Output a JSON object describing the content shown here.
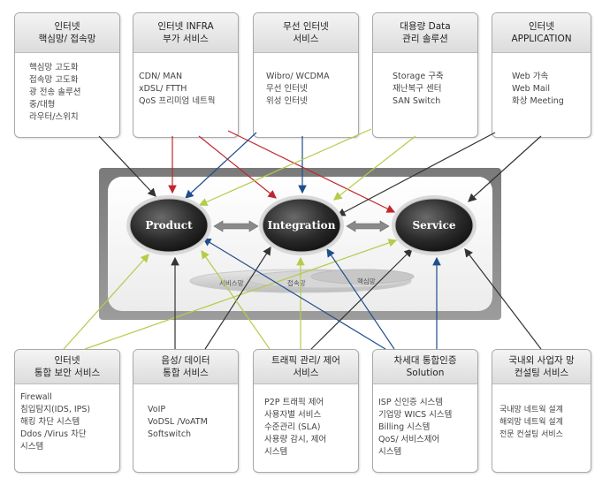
{
  "top_boxes": [
    {
      "header": [
        "인터넷",
        "핵심망/ 접속망"
      ],
      "items": [
        "핵심망 고도화",
        "접속망 고도화",
        "광 전송 솔루션",
        "중/대형",
        "라우터/스위치"
      ]
    },
    {
      "header": [
        "인터넷 INFRA",
        "부가 서비스"
      ],
      "items": [
        "CDN/ MAN",
        "xDSL/ FTTH",
        "QoS 프리미엄 네트웍"
      ]
    },
    {
      "header": [
        "무선 인터넷",
        "서비스"
      ],
      "items": [
        "Wibro/ WCDMA",
        "무선 인터넷",
        "위성 인터넷"
      ]
    },
    {
      "header": [
        "대용량 Data",
        "관리 솔루션"
      ],
      "items": [
        "Storage 구축",
        "재난복구 센터",
        "SAN Switch"
      ]
    },
    {
      "header": [
        "인터넷",
        "APPLICATION"
      ],
      "items": [
        "Web 가속",
        "Web Mail",
        "화상 Meeting"
      ]
    }
  ],
  "bottom_boxes": [
    {
      "header": [
        "인터넷",
        "통합 보안 서비스"
      ],
      "items": [
        "Firewall",
        "침입탐지(IDS, IPS)",
        "해킹 차단 시스템",
        "Ddos /Virus 차단",
        "시스템"
      ]
    },
    {
      "header": [
        "음성/ 데이터",
        "통합 서비스"
      ],
      "items": [
        "VoIP",
        "VoDSL /VoATM",
        "Softswitch"
      ]
    },
    {
      "header": [
        "트래픽 관리/ 제어",
        "서비스"
      ],
      "items": [
        "P2P 트래픽 제어",
        "사용자별 서비스",
        "수준관리 (SLA)",
        "사용량 감시, 제어",
        "시스템"
      ]
    },
    {
      "header": [
        "차세대 통합인증",
        "Solution"
      ],
      "items": [
        "ISP 신인증 시스템",
        "기업망 WICS 시스템",
        "Billing 시스템",
        "QoS/ 서비스제어",
        "시스템"
      ]
    },
    {
      "header": [
        "국내외 사업자 망",
        "컨설팅 서비스"
      ],
      "items": [
        "국내망 네트웍 설계",
        "해외망 네트웍 설계",
        "전문 컨설팅 서비스"
      ]
    }
  ],
  "nodes": {
    "product": "Product",
    "integration": "Integration",
    "service": "Service"
  },
  "ring_labels": {
    "left": "서비스망",
    "middle": "접속망",
    "right": "핵심망"
  },
  "colors": {
    "red": "#c0272d",
    "blue": "#1f4e8c",
    "green": "#b4cc4a",
    "dark": "#333333"
  }
}
